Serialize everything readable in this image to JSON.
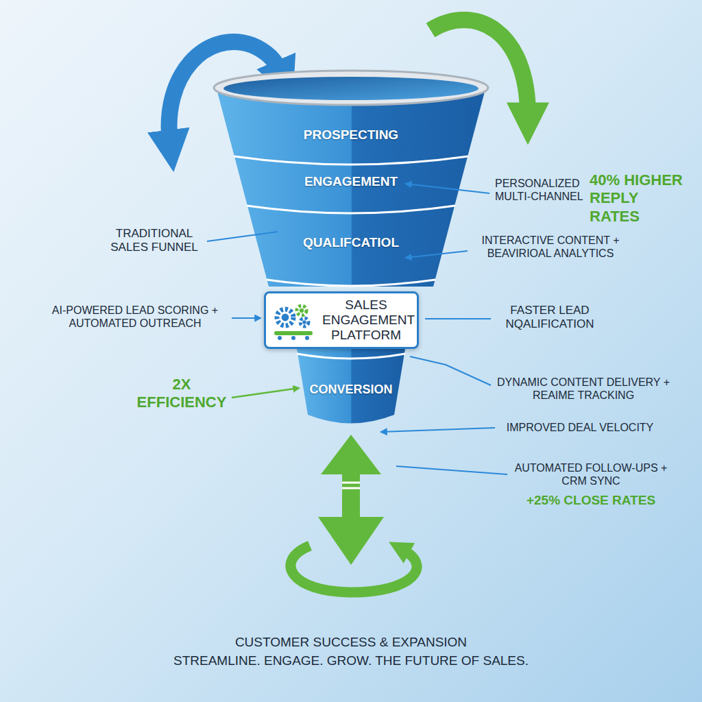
{
  "diagram": {
    "caption": "STREAMLINE. ENGAGE. GROW. THE FUTURE OF SALES.",
    "nodes": [
      {
        "text": [
          "PROSPECTING"
        ]
      },
      {
        "text": [
          "ENGAGEMENT"
        ]
      },
      {
        "text": [
          "QUALIFCATIOL"
        ]
      },
      {
        "text": [
          "SALES ENGAGEMENT PLATFORM"
        ]
      },
      {
        "text": [
          "CONVERSION"
        ]
      }
    ],
    "labels": [
      "PERSONALIZED MULTI-CHANNEL",
      "40% HIGHER REPLY RATES",
      "TRADITIONAL SALES FUNNEL",
      "INTERACTIVE CONTENT + BEAVIRIOAL ANALYTICS",
      "AI-POWERED LEAD SCORING + AUTOMATED OUTREACH",
      "FASTER LEAD NQALIFICATION",
      "2X EFFICIENCY",
      "DYNAMIC CONTENT DELIVERY + REAIME TRACKING",
      "IMPROVED DEAL VELOCITY",
      "AUTOMATED FOLLOW-UPS + CRM SYNC",
      "+25% CLOSE RATES",
      "CUSTOMER SUCCESS & EXPANSION"
    ]
  }
}
